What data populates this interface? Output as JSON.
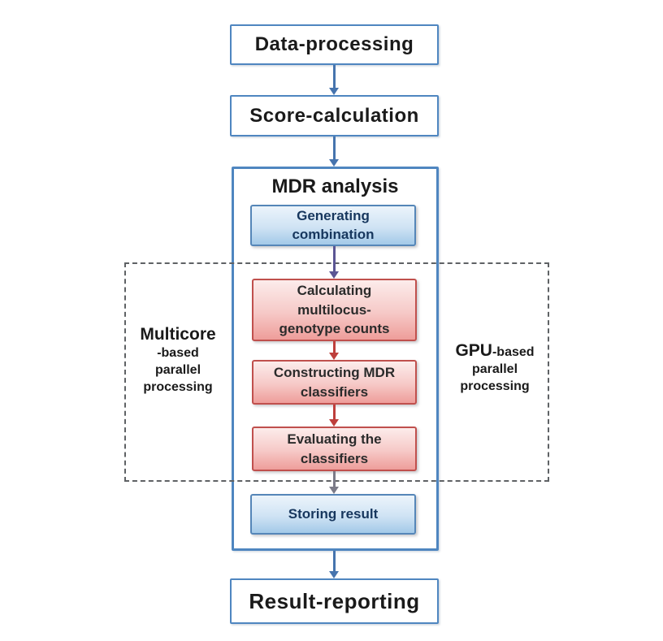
{
  "diagram": {
    "title": "MDR analysis workflow flowchart",
    "nodes": {
      "data_processing": "Data-processing",
      "score_calculation": "Score-calculation",
      "mdr_title": "MDR analysis",
      "generating": "Generating\ncombination",
      "calculating": "Calculating\nmultilocus-\ngenotype counts",
      "constructing": "Constructing MDR\nclassifiers",
      "evaluating": "Evaluating the\nclassifiers",
      "storing": "Storing result",
      "result_reporting": "Result-reporting"
    },
    "side_labels": {
      "left": {
        "line1": "Multicore",
        "line2": "-based",
        "line3": "parallel",
        "line4": "processing"
      },
      "right": {
        "line1_big": "GPU",
        "line1_small": "-based",
        "line2": "parallel",
        "line3": "processing"
      }
    },
    "colors": {
      "box_border_blue": "#4f86c0",
      "inner_blue_border": "#5586b8",
      "inner_blue_fill_top": "#ecf4fb",
      "inner_blue_fill_bottom": "#a3c9e8",
      "pink_border": "#c0504d",
      "pink_fill_top": "#fceceb",
      "pink_fill_bottom": "#ee9d9a",
      "arrow_blue": "#4674ae",
      "arrow_purple": "#5b5694",
      "arrow_red": "#be3f3c",
      "arrow_gray": "#7b7b88",
      "dashed_border": "#5f6265"
    }
  }
}
